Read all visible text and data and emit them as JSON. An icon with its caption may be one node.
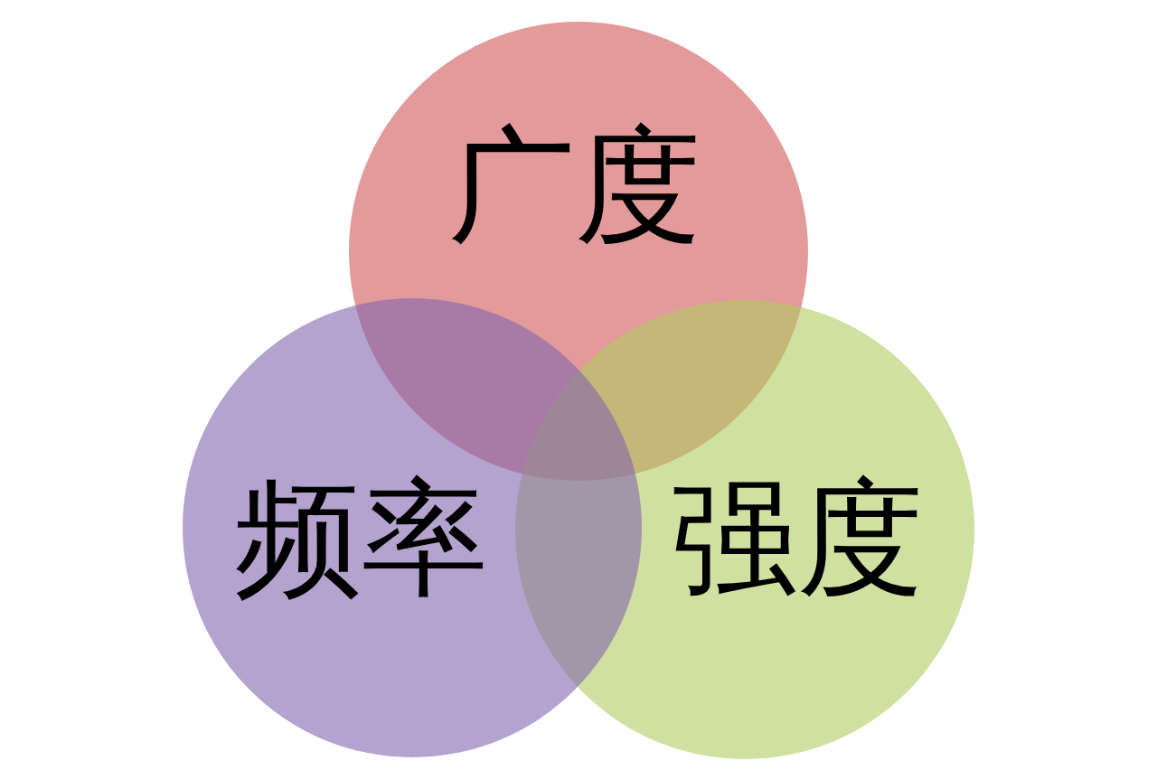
{
  "diagram": {
    "nodes": [
      {
        "text": [
          "广度"
        ]
      },
      {
        "text": [
          "频率"
        ]
      },
      {
        "text": [
          "强度"
        ]
      }
    ]
  }
}
